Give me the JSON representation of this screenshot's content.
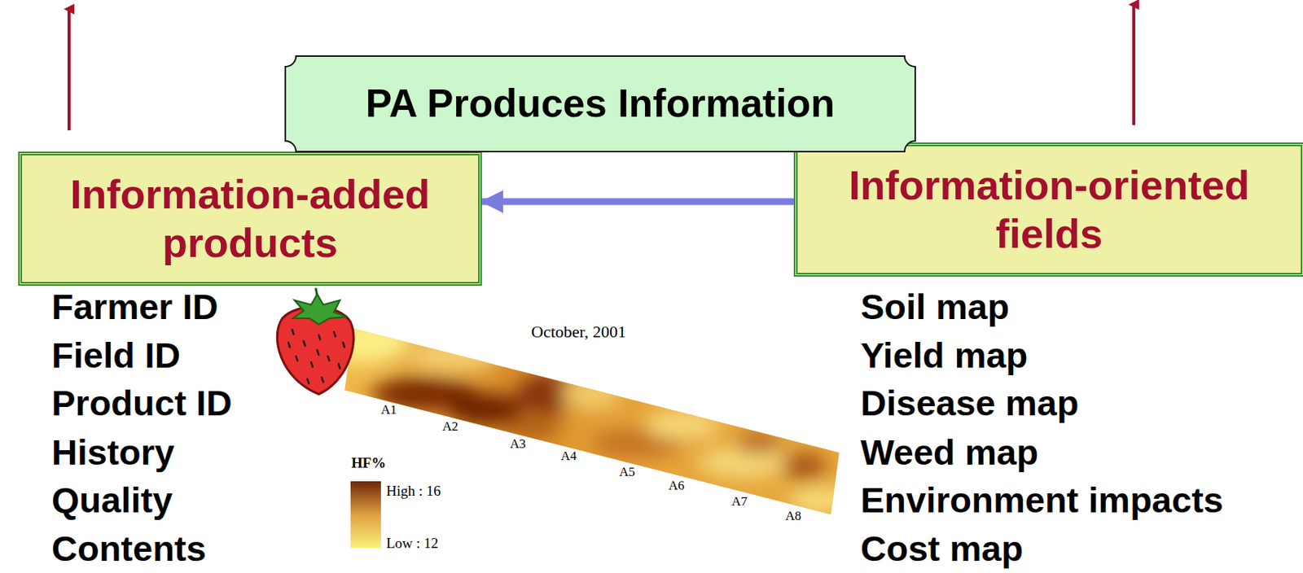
{
  "diagram": {
    "nodes": [
      {
        "text": [
          "PA Produces Information"
        ]
      },
      {
        "text": [
          "Information-added products"
        ]
      },
      {
        "text": [
          "Information-oriented fields"
        ]
      }
    ],
    "edges": [
      {
        "from": 2,
        "to": 1,
        "arrow": "to"
      }
    ],
    "labels": [
      "Farmer ID",
      "Field ID",
      "Product ID",
      "History",
      "Quality",
      "Contents",
      "Soil map",
      "Yield map",
      "Disease map",
      "Weed map",
      "Environment impacts",
      "Cost map",
      "October, 2001",
      "A1",
      "A2",
      "A3",
      "A4",
      "A5",
      "A6",
      "A7",
      "A8",
      "HF%",
      "High : 16",
      "Low : 12"
    ]
  }
}
